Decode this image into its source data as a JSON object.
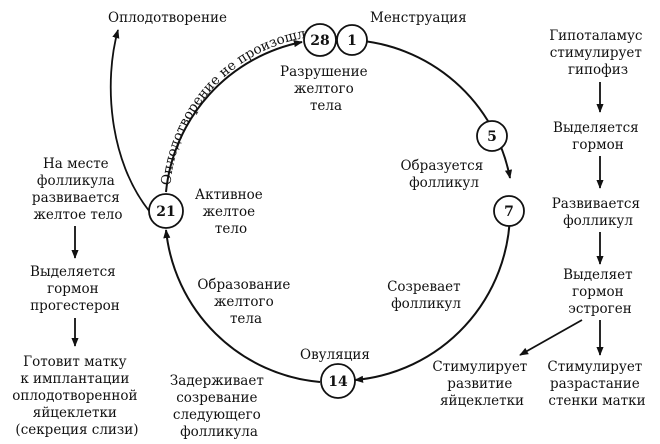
{
  "cycle": {
    "days": {
      "d28": "28",
      "d1": "1",
      "d5": "5",
      "d7": "7",
      "d14": "14",
      "d21": "21"
    },
    "fertilization": "Оплодотворение",
    "menstruation": "Менструация",
    "no_fertilization": "Оплодотворение не произошло",
    "corpus_destruction": [
      "Разрушение",
      "желтого",
      "тела"
    ],
    "follicle_forms": [
      "Образуется",
      "фолликул"
    ],
    "follicle_matures": [
      "Созревает",
      "фолликул"
    ],
    "ovulation": "Овуляция",
    "corpus_formation": [
      "Образование",
      "желтого",
      "тела"
    ],
    "active_corpus": [
      "Активное",
      "желтое",
      "тело"
    ]
  },
  "left_chain": {
    "corpus_develops": [
      "На месте",
      "фолликула",
      "развивается",
      "желтое тело"
    ],
    "progesterone": [
      "Выделяется",
      "гормон",
      "прогестерон"
    ],
    "prepares_uterus": [
      "Готовит матку",
      "к имплантации",
      "оплодотворенной",
      "яйцеклетки",
      "(секреция слизи)"
    ],
    "delays": [
      "Задерживает",
      "созревание",
      "следующего",
      "фолликула"
    ]
  },
  "right_chain": {
    "hypothalamus": [
      "Гипоталамус",
      "стимулирует",
      "гипофиз"
    ],
    "hormone": [
      "Выделяется",
      "гормон"
    ],
    "follicle_develops": [
      "Развивается",
      "фолликул"
    ],
    "estrogen": [
      "Выделяет",
      "гормон",
      "эстроген"
    ],
    "stimulates_egg": [
      "Стимулирует",
      "развитие",
      "яйцеклетки"
    ],
    "stimulates_uterus": [
      "Стимулирует",
      "разрастание",
      "стенки матки"
    ]
  }
}
